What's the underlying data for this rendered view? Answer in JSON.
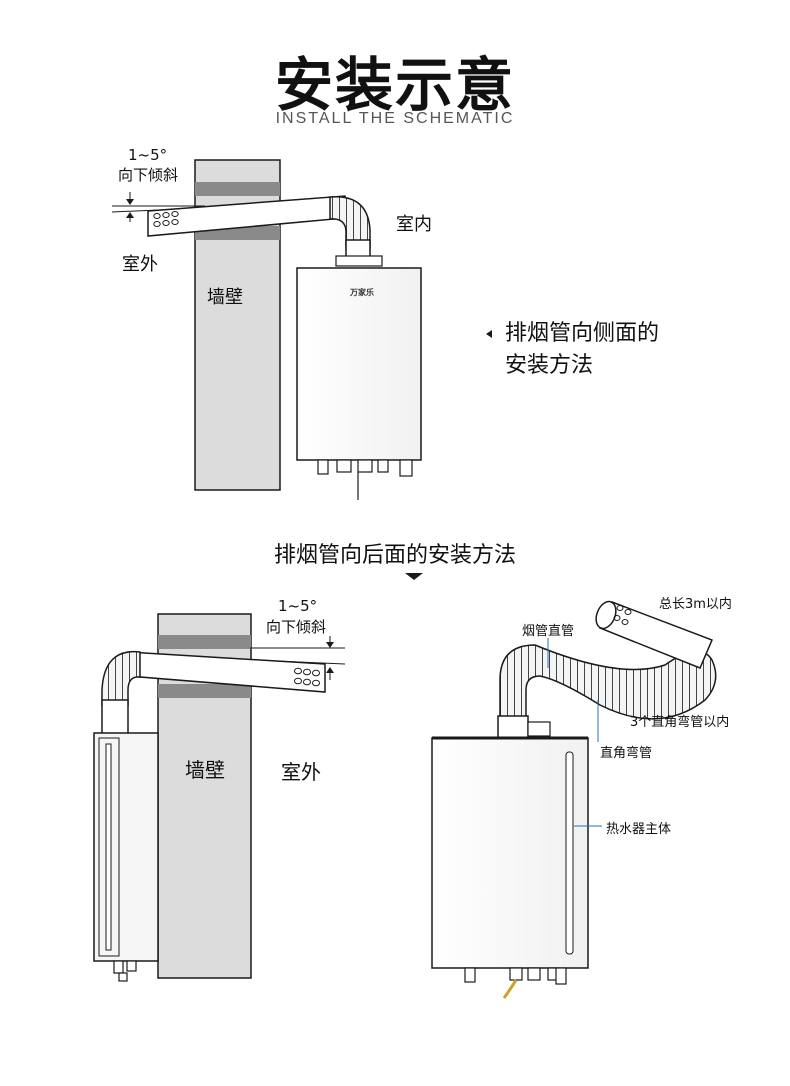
{
  "header": {
    "title": "安装示意",
    "subtitle": "INSTALL THE SCHEMATIC"
  },
  "side_install": {
    "angle": "1~5°",
    "slope": "向下倾斜",
    "outdoor": "室外",
    "indoor": "室内",
    "wall": "墙壁",
    "unit_logo": "万家乐",
    "method_line1": "排烟管向侧面的",
    "method_line2": "安装方法"
  },
  "rear_install": {
    "heading": "排烟管向后面的安装方法",
    "angle": "1~5°",
    "slope": "向下倾斜",
    "wall": "墙壁",
    "outdoor": "室外"
  },
  "parts": {
    "total_length": "总长3m以内",
    "straight_pipe": "烟管直管",
    "elbow_limit": "3个直角弯管以内",
    "elbow": "直角弯管",
    "heater_body": "热水器主体"
  },
  "colors": {
    "wall_fill": "#dcdcdc",
    "wall_band": "#8a8a8a",
    "line": "#1a1a1a",
    "pointer": "#2a6fb5"
  }
}
